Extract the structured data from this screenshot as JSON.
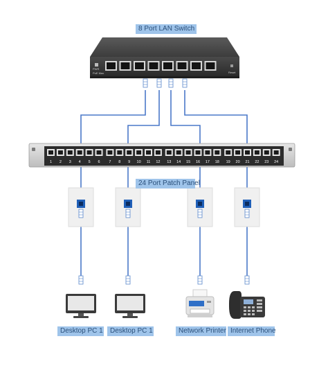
{
  "switch": {
    "label": "8 Port LAN Switch",
    "port_count": 8,
    "left_caption_1": "PWR",
    "left_caption_2": "PoE Max",
    "right_caption": "Reset"
  },
  "patch_panel": {
    "label": "24 Port Patch Panel",
    "port_numbers": [
      "1",
      "2",
      "3",
      "4",
      "5",
      "6",
      "7",
      "8",
      "9",
      "10",
      "11",
      "12",
      "13",
      "14",
      "15",
      "16",
      "17",
      "18",
      "19",
      "20",
      "21",
      "22",
      "23",
      "24"
    ]
  },
  "devices": [
    {
      "label": "Desktop PC 1",
      "icon": "desktop-monitor-icon"
    },
    {
      "label": "Desktop PC 1",
      "icon": "desktop-monitor-icon"
    },
    {
      "label": "Network Printer",
      "icon": "printer-icon"
    },
    {
      "label": "Internet Phone",
      "icon": "ip-phone-icon"
    }
  ],
  "colors": {
    "cable": "#4a78c8",
    "label_bg": "#9fc4ea",
    "label_text": "#2a4f7a",
    "device_body": "#3a3a3a"
  }
}
